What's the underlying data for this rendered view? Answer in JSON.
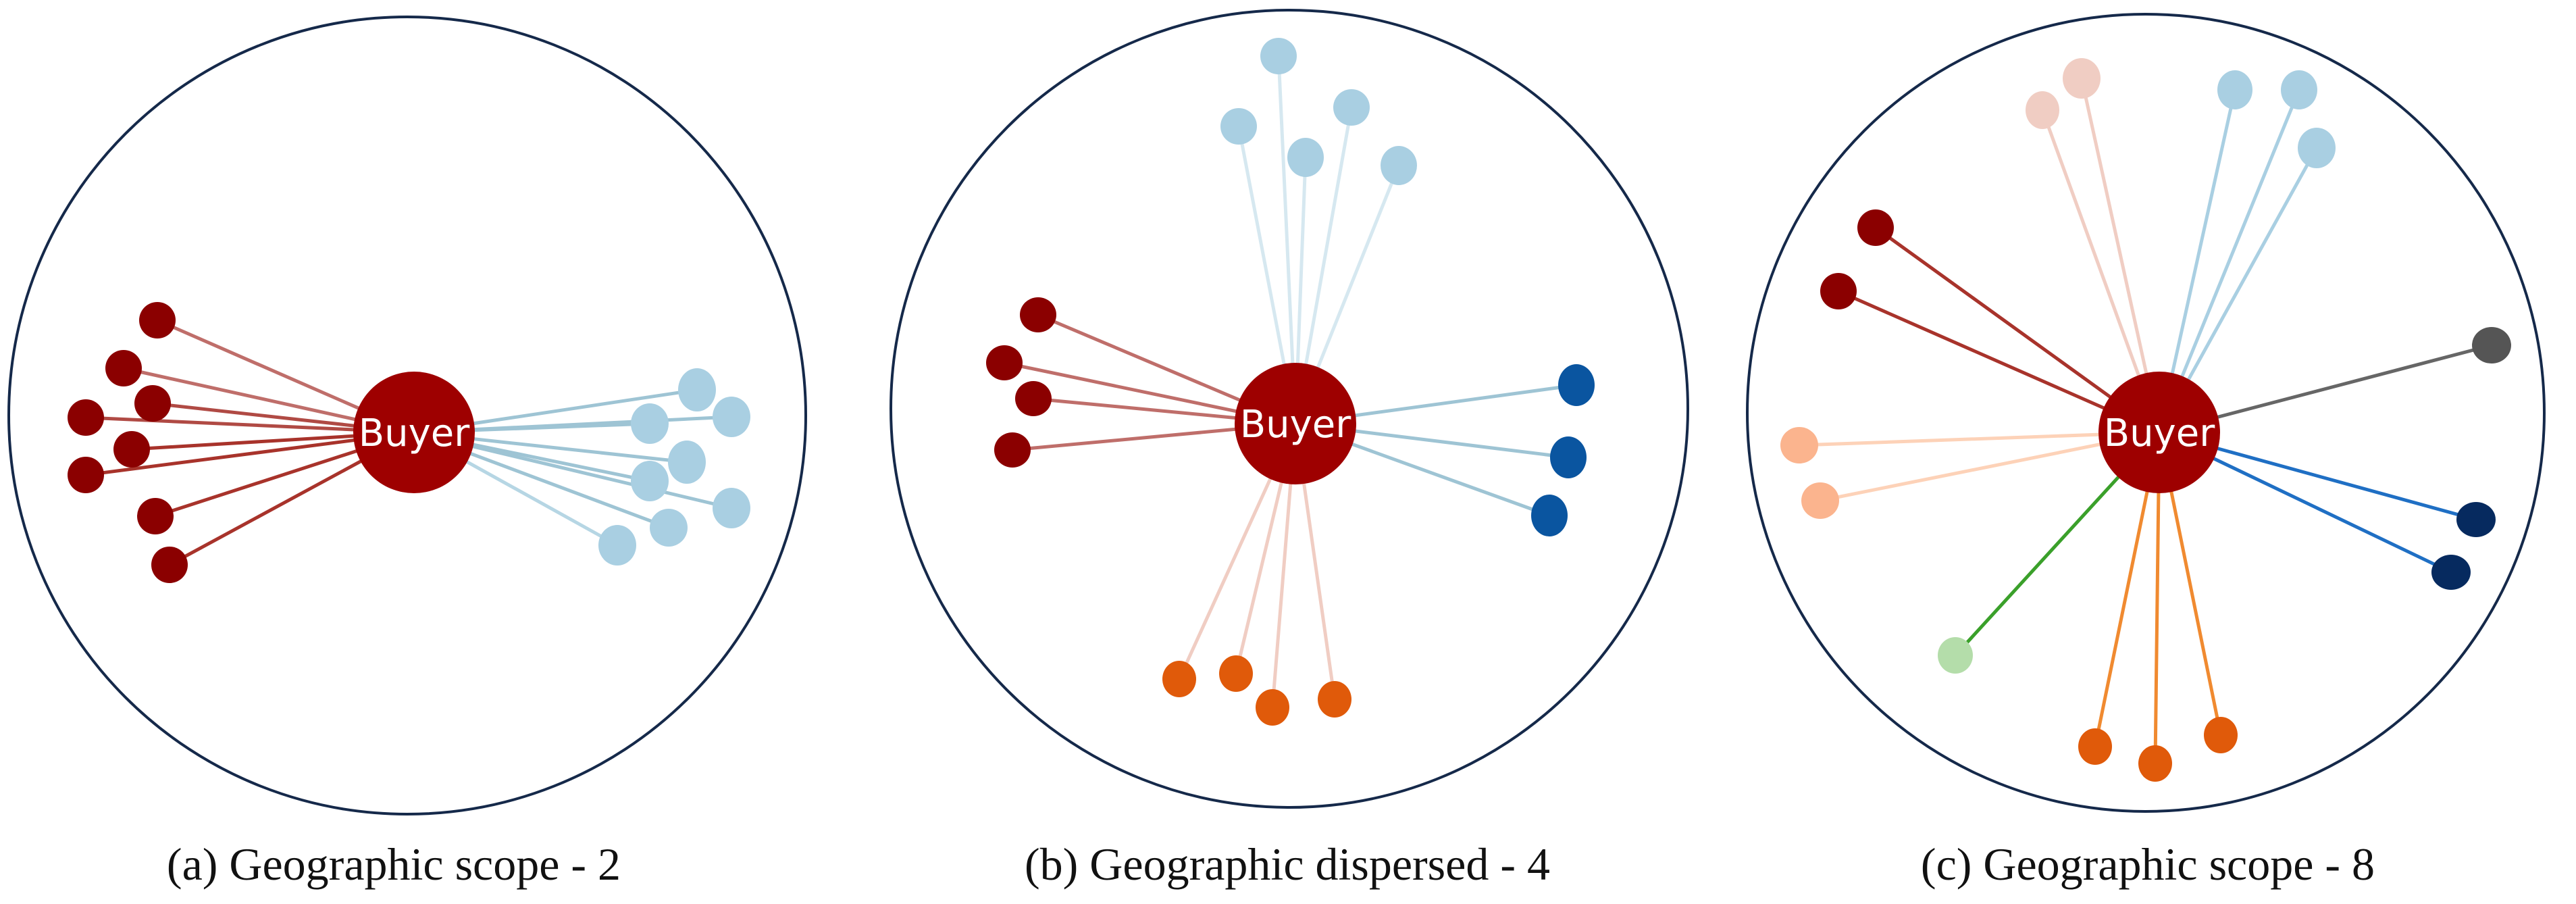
{
  "panels": [
    {
      "id": "a",
      "caption": "(a) Geographic scope - 2",
      "hub_label": "Buyer"
    },
    {
      "id": "b",
      "caption": "(b) Geographic dispersed - 4",
      "hub_label": "Buyer"
    },
    {
      "id": "c",
      "caption": "(c) Geographic scope - 8",
      "hub_label": "Buyer"
    }
  ],
  "colors": {
    "frame": "#15294a",
    "hub": "#9e0000",
    "dark_red": "#8b0000",
    "light_blue": "#a9cfe2",
    "orange": "#e05a0a",
    "blue": "#0a55a0",
    "pink": "#f0cdc3",
    "peach": "#fbb48e",
    "light_green": "#b4ddaa",
    "navy": "#062a5f",
    "gray": "#555555"
  }
}
